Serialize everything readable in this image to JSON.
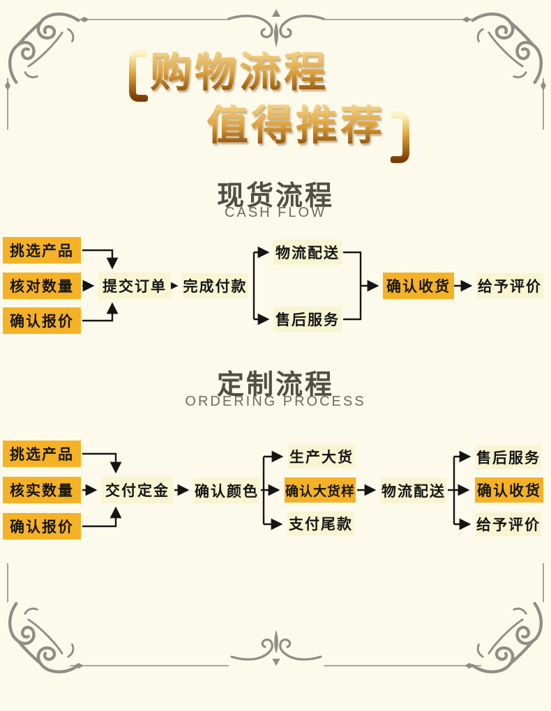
{
  "title": {
    "line1": "购物流程",
    "line2": "值得推荐"
  },
  "sections": {
    "cash": {
      "heading": "现货流程",
      "subheading": "CASH FLOW"
    },
    "custom": {
      "heading": "定制流程",
      "subheading": "ORDERING PROCESS"
    }
  },
  "flow_cash": {
    "pick": "挑选产品",
    "check_quantity": "核对数量",
    "confirm_quote": "确认报价",
    "submit_order": "提交订单",
    "complete_payment": "完成付款",
    "logistics": "物流配送",
    "after_sales": "售后服务",
    "confirm_receipt": "确认收货",
    "give_review": "给予评价"
  },
  "flow_custom": {
    "pick": "挑选产品",
    "verify_quantity": "核实数量",
    "confirm_quote": "确认报价",
    "pay_deposit": "交付定金",
    "confirm_color": "确认颜色",
    "bulk_production": "生产大货",
    "confirm_bulk_sample": "确认大货样",
    "pay_balance": "支付尾款",
    "logistics": "物流配送",
    "after_sales": "售后服务",
    "confirm_receipt": "确认收货",
    "give_review": "给予评价"
  },
  "colors": {
    "background": "#FCFAEA",
    "highlight_box": "#F5B226",
    "plain_box": "#F7F5D2",
    "heading_text": "#514E44",
    "subheading_text": "#6E6B60",
    "ornament": "#8F8D85",
    "arrow": "#141414",
    "title_gold_light": "#F4D488",
    "title_gold_mid": "#DFA33C",
    "title_gold_dark": "#9A5D12"
  }
}
